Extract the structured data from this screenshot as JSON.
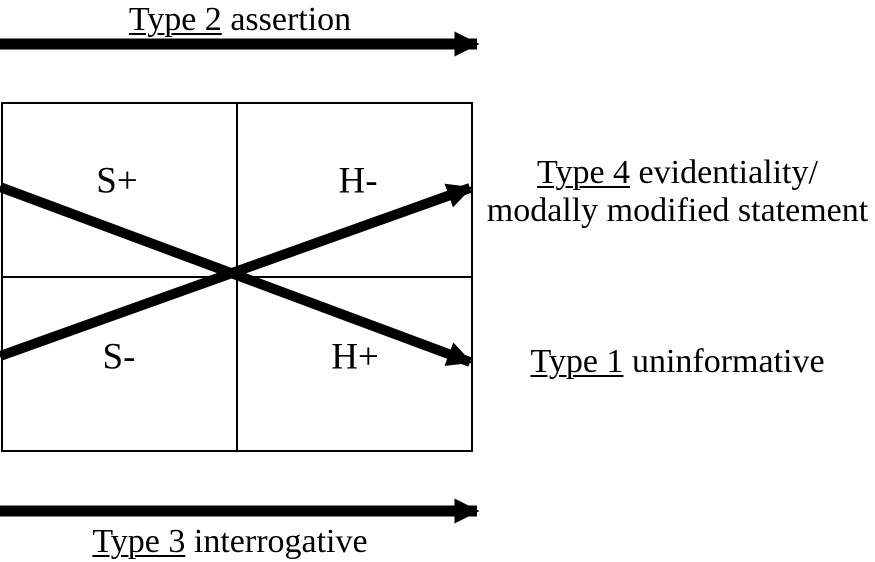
{
  "diagram": {
    "top_axis": {
      "term": "Type 2",
      "rest": " assertion"
    },
    "bottom_axis": {
      "term": "Type 3",
      "rest": " interrogative"
    },
    "right_top": {
      "term": "Type 4",
      "rest": " evidentiality/",
      "line2": "modally modified statement"
    },
    "right_bottom": {
      "term": "Type 1",
      "rest": " uninformative"
    },
    "quadrants": {
      "top_left": "S+",
      "top_right": "H-",
      "bottom_left": "S-",
      "bottom_right": "H+"
    },
    "colors": {
      "ink": "#000000",
      "background": "#ffffff"
    }
  }
}
